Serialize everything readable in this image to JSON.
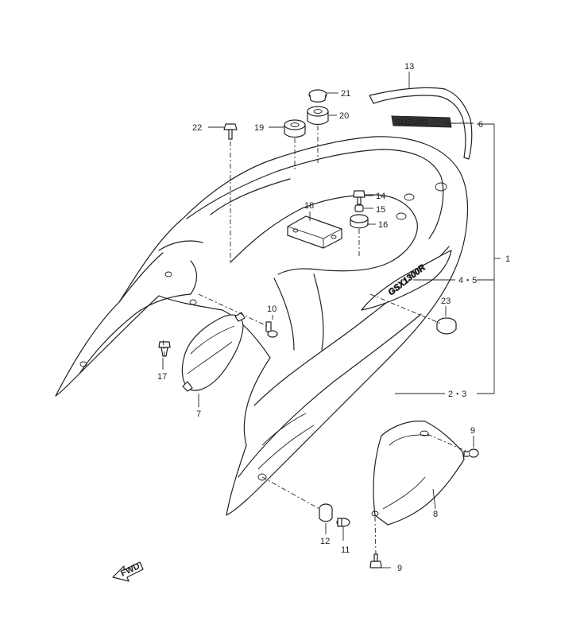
{
  "labels": {
    "p1": "1",
    "p2_3": "2・3",
    "p4_5": "4・5",
    "p6": "6",
    "p7": "7",
    "p8": "8",
    "p9a": "9",
    "p9b": "9",
    "p10": "10",
    "p11": "11",
    "p12": "12",
    "p13": "13",
    "p14": "14",
    "p15": "15",
    "p16": "16",
    "p17": "17",
    "p18": "18",
    "p19": "19",
    "p20": "20",
    "p21": "21",
    "p22": "22",
    "p23": "23"
  },
  "decals": {
    "brand": "SUZUKI",
    "model": "GSX1300R",
    "fwd": "FWD"
  }
}
